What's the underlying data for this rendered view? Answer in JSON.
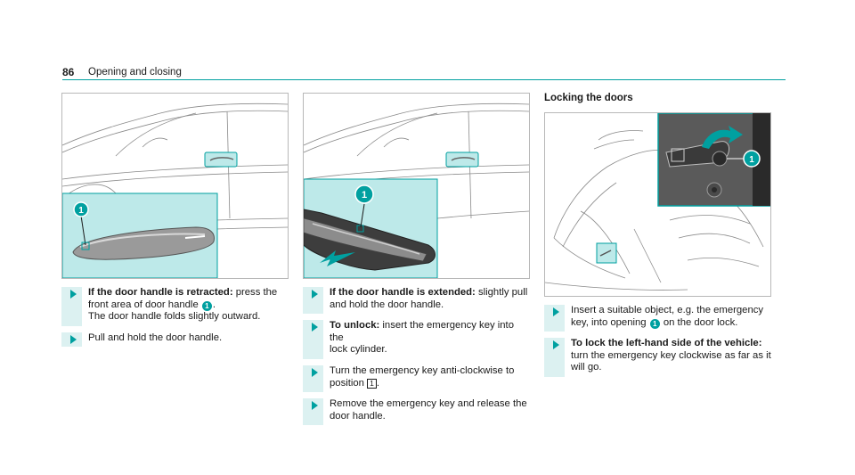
{
  "header": {
    "page_number": "86",
    "section_title": "Opening and closing"
  },
  "column1": {
    "figure": {
      "callout": "1"
    },
    "steps": [
      {
        "bold": "If the door handle is retracted:",
        "text": " press the",
        "line2a": "front area of door handle ",
        "callout": "1",
        "line2b": ".",
        "line3": "The door handle folds slightly outward."
      },
      {
        "text": "Pull and hold the door handle."
      }
    ]
  },
  "column2": {
    "figure": {
      "callout": "1"
    },
    "steps": [
      {
        "bold": "If the door handle is extended:",
        "text": " slightly pull",
        "line2": "and hold the door handle."
      },
      {
        "bold": "To unlock:",
        "text": " insert the emergency key into the",
        "line2": "lock cylinder."
      },
      {
        "line1": "Turn the emergency key anti-clockwise to",
        "line2a": "position ",
        "boxed": "1",
        "line2b": "."
      },
      {
        "line1": "Remove the emergency key and release the",
        "line2": "door handle."
      }
    ]
  },
  "column3": {
    "title": "Locking the doors",
    "figure": {
      "callout": "1"
    },
    "steps": [
      {
        "line1": "Insert a suitable object, e.g. the emergency",
        "line2a": "key, into opening ",
        "callout": "1",
        "line2b": " on the door lock."
      },
      {
        "bold": "To lock the left-hand side of the vehicle:",
        "line2": "turn the emergency key clockwise as far as it",
        "line3": "will go."
      }
    ]
  },
  "colors": {
    "accent": "#00a0a0",
    "highlight_bg": "#bde9e9",
    "step_bar": "#dcf1f1"
  }
}
